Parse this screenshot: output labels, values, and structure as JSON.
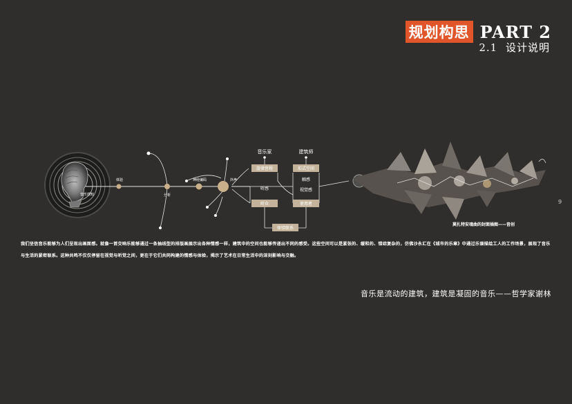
{
  "header": {
    "title_cn": "规划构思",
    "title_en": "PART 2",
    "subtitle": "2.1 设计说明"
  },
  "diagram": {
    "nodes": {
      "sound_node_1": "体验",
      "sound_node_2": "音乐感知",
      "sound_node_3": "分析",
      "sound_node_4": "神经编码",
      "sound_node_5": "外声"
    },
    "columns": {
      "musician_header": "音乐家",
      "architect_header": "建筑师",
      "musician_box": "旋律音程",
      "architect_box": "形式空间",
      "hearing": "听感",
      "touch": "触感",
      "vision": "视觉感",
      "listener_box": "听众",
      "user_box": "使用者",
      "experience_box": "体验联系"
    },
    "colors": {
      "accent": "#e0552a",
      "box_fill": "#c2b39a",
      "node_fill": "#c9b08b",
      "line": "#e8e8e8",
      "background": "#2f2e2c"
    }
  },
  "caption": "莫扎特安魂曲的封面插图——音创",
  "page_number": "9",
  "paragraph": "我们坚信音乐能够为人们呈现出画面感。就像一首交响乐能够通过一条抽线型的排版画展示出各种情感一样，建筑中的空间也能够传递出不同的感受。这些空间可以是紧张的、缓和的、错综复杂的，仿佛沙永汇在《城市的乐章》中通过乐谱描绘工人的工作场景，展现了音乐与生活的紧密联系。这种共鸣不仅仅停留在视觉与听觉之间，更在于它们共同构建的情感与体验，揭示了艺术在日常生活中的深刻影响与交融。",
  "quote": "音乐是流动的建筑，建筑是凝固的音乐——哲学家谢林"
}
